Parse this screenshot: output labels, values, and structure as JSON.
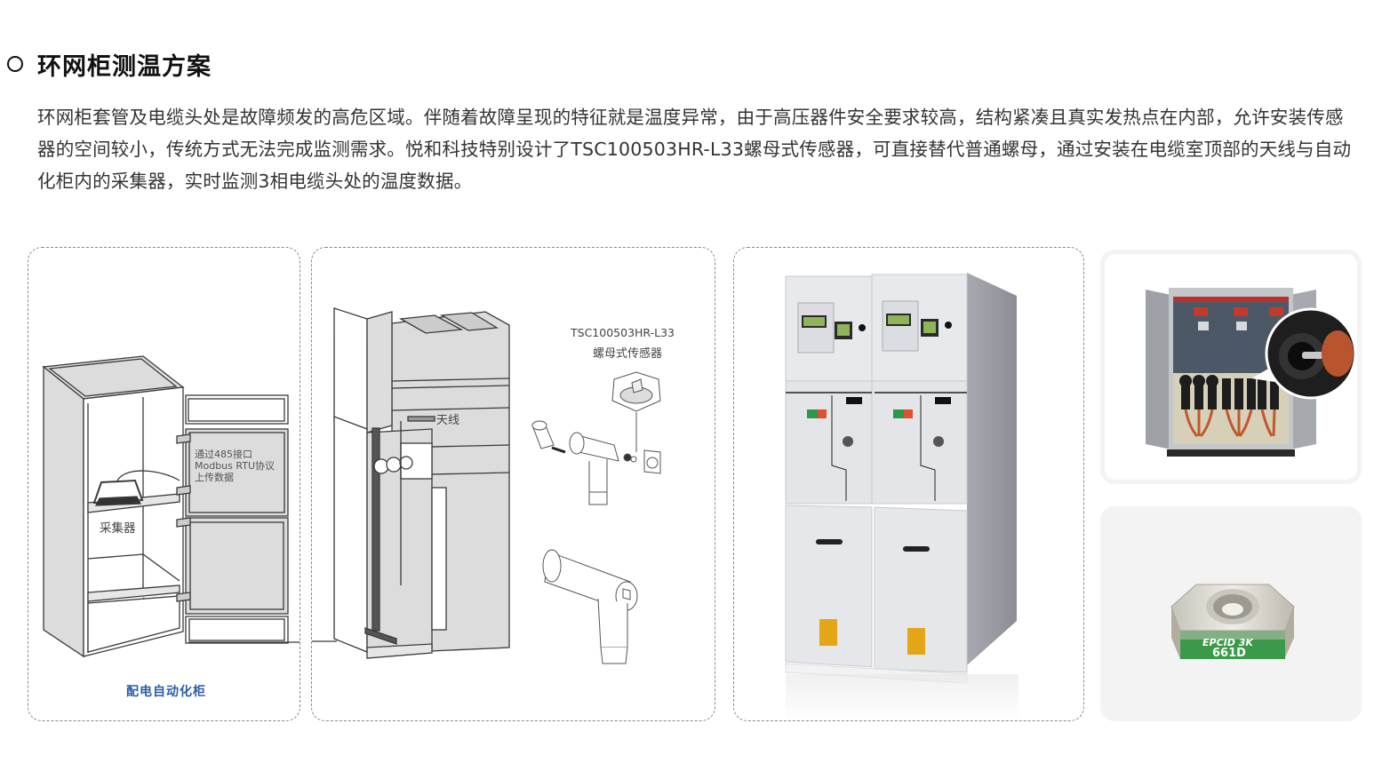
{
  "section": {
    "bullet_icon": "circle-bullet-icon",
    "title": "环网柜测温方案",
    "paragraph": "环网柜套管及电缆头处是故障频发的高危区域。伴随着故障呈现的特征就是温度异常，由于高压器件安全要求较高，结构紧凑且真实发热点在内部，允许安装传感器的空间较小，传统方式无法完成监测需求。悦和科技特别设计了TSC100503HR-L33螺母式传感器，可直接替代普通螺母，通过安装在电缆室顶部的天线与自动化柜内的采集器，实时监测3相电缆头处的温度数据。"
  },
  "figures": {
    "automation_cabinet": {
      "annotation_lines": [
        "通过485接口",
        "Modbus RTU协议",
        "上传数据"
      ],
      "collector_label": "采集器",
      "caption": "配电自动化柜",
      "caption_color": "#2b5ea8"
    },
    "ring_main_unit_diagram": {
      "antenna_label": "天线",
      "sensor_model": "TSC100503HR-L33",
      "sensor_type": "螺母式传感器"
    },
    "switchgear_photo": {
      "description": "ring-main-unit-switchgear-photo"
    },
    "cable_compartment_photo": {
      "description": "open-cabinet-cable-heads-with-zoom-inset"
    },
    "nut_sensor_photo": {
      "label_line1": "EPCID 3K",
      "label_line2": "661D",
      "label_color": "#3a9a4a"
    }
  }
}
